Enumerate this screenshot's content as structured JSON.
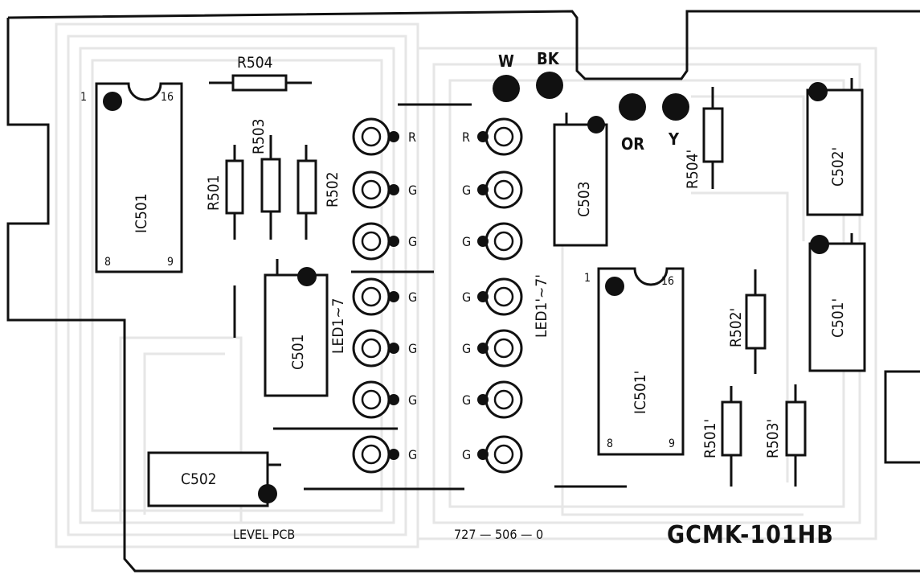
{
  "board": {
    "model": "GCMK-101HB",
    "part_number": "727 — 506 — 0",
    "pcb_name": "LEVEL PCB"
  },
  "wires": {
    "w": "W",
    "bk": "BK",
    "or": "OR",
    "y": "Y"
  },
  "ics": {
    "ic501": {
      "label": "IC501",
      "pin1": "1",
      "pin8": "8",
      "pin9": "9",
      "pin16": "16"
    },
    "ic501p": {
      "label": "IC501'",
      "pin1": "1",
      "pin8": "8",
      "pin9": "9",
      "pin16": "16"
    }
  },
  "resistors": {
    "r504": "R504",
    "r503": "R503",
    "r501": "R501",
    "r502": "R502",
    "r504p": "R504'",
    "r502p": "R502'",
    "r501p": "R501'",
    "r503p": "R503'"
  },
  "capacitors": {
    "c501": "C501",
    "c502": "C502",
    "c503": "C503",
    "c502p": "C502'",
    "c501p": "C501'"
  },
  "led_groups": {
    "left": "LED1~7",
    "right": "LED1'~7'"
  },
  "led_colors_left": [
    "R",
    "G",
    "G",
    "G",
    "G",
    "G",
    "G"
  ],
  "led_colors_right": [
    "R",
    "G",
    "G",
    "G",
    "G",
    "G",
    "G"
  ]
}
